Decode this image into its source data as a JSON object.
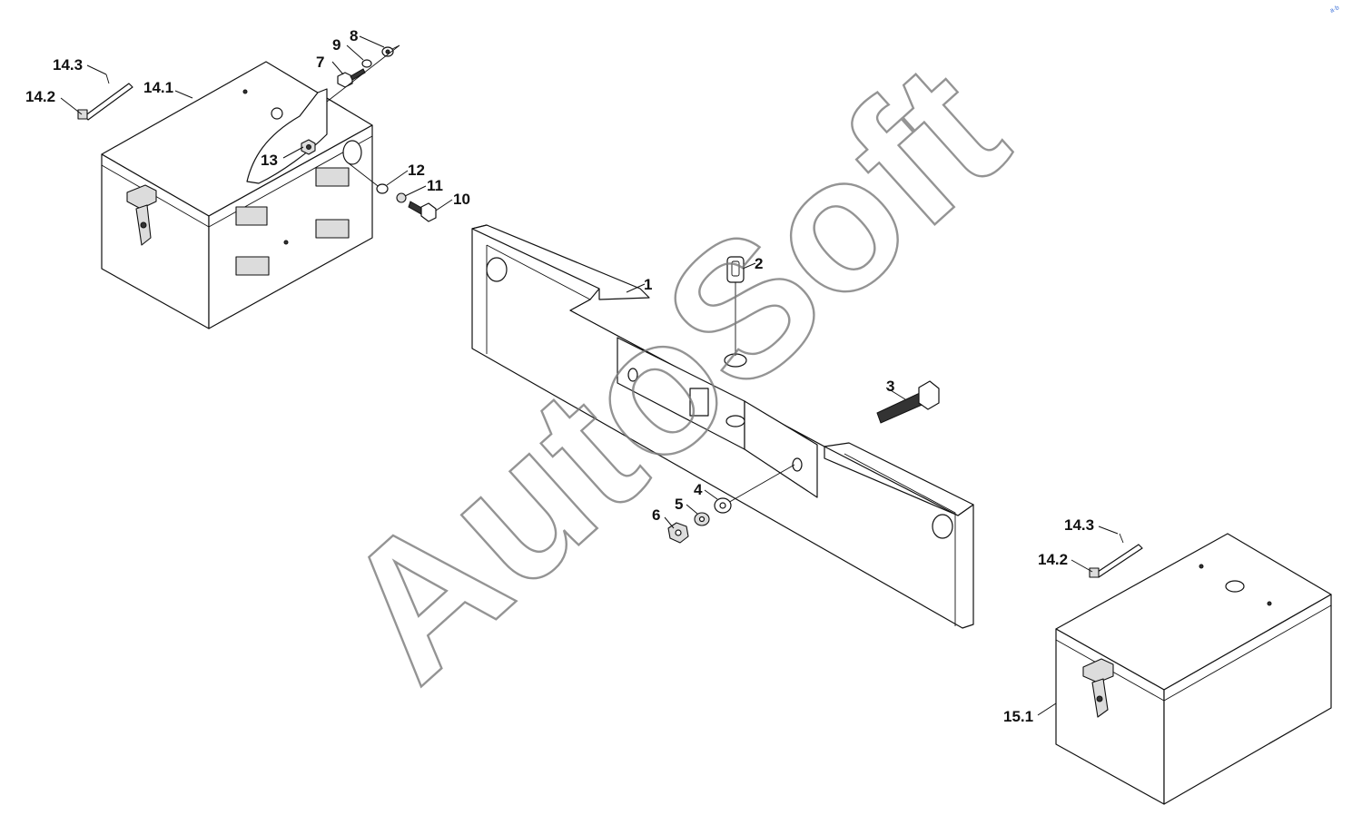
{
  "watermark": "AutoSoft",
  "corner_logo": "a·b",
  "callouts": [
    {
      "id": "1",
      "label": "1",
      "part": "rear-bumper-bar"
    },
    {
      "id": "2",
      "label": "2",
      "part": "towing-eye"
    },
    {
      "id": "3",
      "label": "3",
      "part": "bolt"
    },
    {
      "id": "4",
      "label": "4",
      "part": "washer"
    },
    {
      "id": "5",
      "label": "5",
      "part": "lock-washer"
    },
    {
      "id": "6",
      "label": "6",
      "part": "nut"
    },
    {
      "id": "7",
      "label": "7",
      "part": "bolt"
    },
    {
      "id": "8",
      "label": "8",
      "part": "washer"
    },
    {
      "id": "9",
      "label": "9",
      "part": "lock-washer"
    },
    {
      "id": "10",
      "label": "10",
      "part": "bolt"
    },
    {
      "id": "11",
      "label": "11",
      "part": "lock-washer"
    },
    {
      "id": "12",
      "label": "12",
      "part": "washer"
    },
    {
      "id": "13",
      "label": "13",
      "part": "nut"
    },
    {
      "id": "14.1",
      "label": "14.1",
      "part": "tool-box"
    },
    {
      "id": "14.2a",
      "label": "14.2",
      "part": "hinge-pin"
    },
    {
      "id": "14.3a",
      "label": "14.3",
      "part": "cotter-pin"
    },
    {
      "id": "14.2b",
      "label": "14.2",
      "part": "hinge-pin"
    },
    {
      "id": "14.3b",
      "label": "14.3",
      "part": "cotter-pin"
    },
    {
      "id": "15.1",
      "label": "15.1",
      "part": "battery-box"
    }
  ]
}
